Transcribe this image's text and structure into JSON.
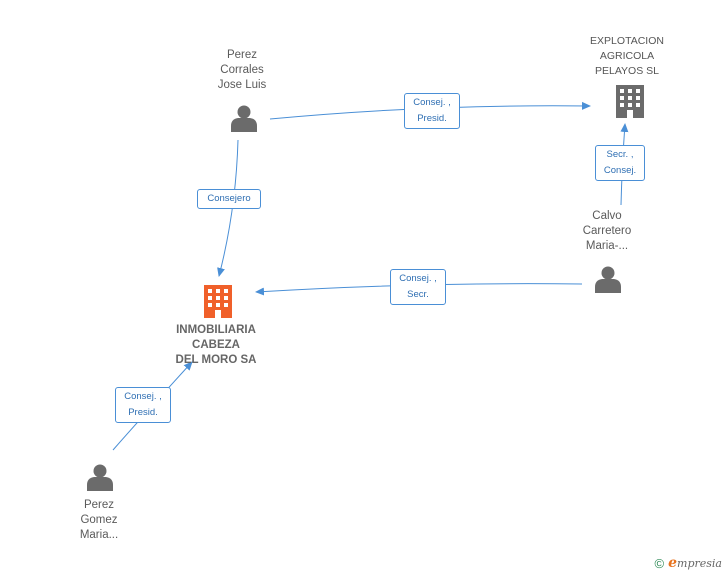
{
  "nodes": {
    "perez_corrales": {
      "label": "Perez\nCorrales\nJose Luis"
    },
    "explotacion": {
      "label": "EXPLOTACION\nAGRICOLA\nPELAYOS SL"
    },
    "calvo": {
      "label": "Calvo\nCarretero\nMaria-..."
    },
    "inmobiliaria": {
      "label": "INMOBILIARIA\nCABEZA\nDEL MORO SA"
    },
    "perez_gomez": {
      "label": "Perez\nGomez\nMaria..."
    }
  },
  "edges": {
    "perez_corrales_to_explotacion": "Consej. ,\nPresid.",
    "perez_corrales_to_inmobiliaria": "Consejero",
    "calvo_to_explotacion": "Secr. ,\nConsej.",
    "calvo_to_inmobiliaria": "Consej. ,\nSecr.",
    "perez_gomez_to_inmobiliaria": "Consej. ,\nPresid."
  },
  "footer": {
    "copyright": "©",
    "brand_initial": "e",
    "brand_rest": "mpresia"
  },
  "colors": {
    "edge": "#4a8fd6",
    "person_icon": "#6b6b6b",
    "company_icon": "#6b6b6b",
    "main_company_icon": "#f0602a"
  }
}
